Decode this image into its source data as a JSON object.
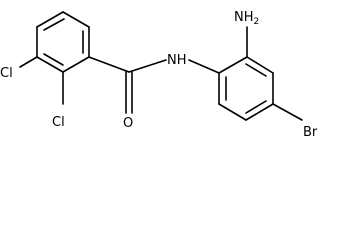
{
  "molecule": {
    "atoms": {
      "chlorine_top": "Cl",
      "chlorine_bottom": "Cl",
      "oxygen": "O",
      "amide_nitrogen": "NH",
      "amino_group": "NH2",
      "bromine": "Br"
    }
  },
  "colors": {
    "bond": "#000000",
    "label": "#000000",
    "background": "#ffffff"
  }
}
